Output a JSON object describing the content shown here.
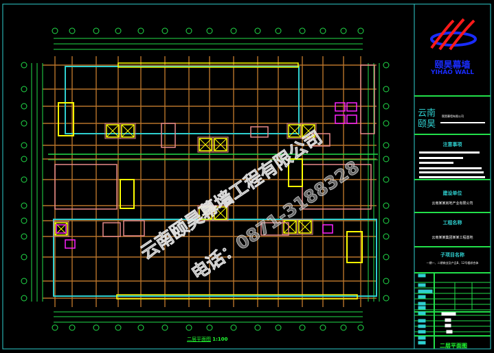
{
  "titleblock": {
    "logo_cn": "颐昊幕墙",
    "logo_en": "YIHAO WALL",
    "company_short": "云南\n颐昊",
    "company_sub": "颐昊幕墙有限公司",
    "notes_header": "注意事项",
    "client_header": "建设单位",
    "client_value": "云南某某房地产业有限公司",
    "project_header": "工程名称",
    "project_value": "云南某某集团某某工程基地",
    "subitem_header": "子项目名称",
    "subitem_value": "一期一、二期商业及产品B、12号楼综合体",
    "sheet_name": "二层平面图"
  },
  "drawing": {
    "title": "二层平面图",
    "scale": "1:100"
  },
  "watermark": {
    "company": "云南颐昊幕墙工程有限公司",
    "phone": "电话：0871-3188328"
  },
  "colors": {
    "frame": "#2fd0d0",
    "grid": "#b8742a",
    "dim": "#22e04a",
    "wall": "#e88a8a",
    "glass": "#2fd0d0",
    "stair": "#ffff00",
    "wc": "#ff22ff"
  }
}
